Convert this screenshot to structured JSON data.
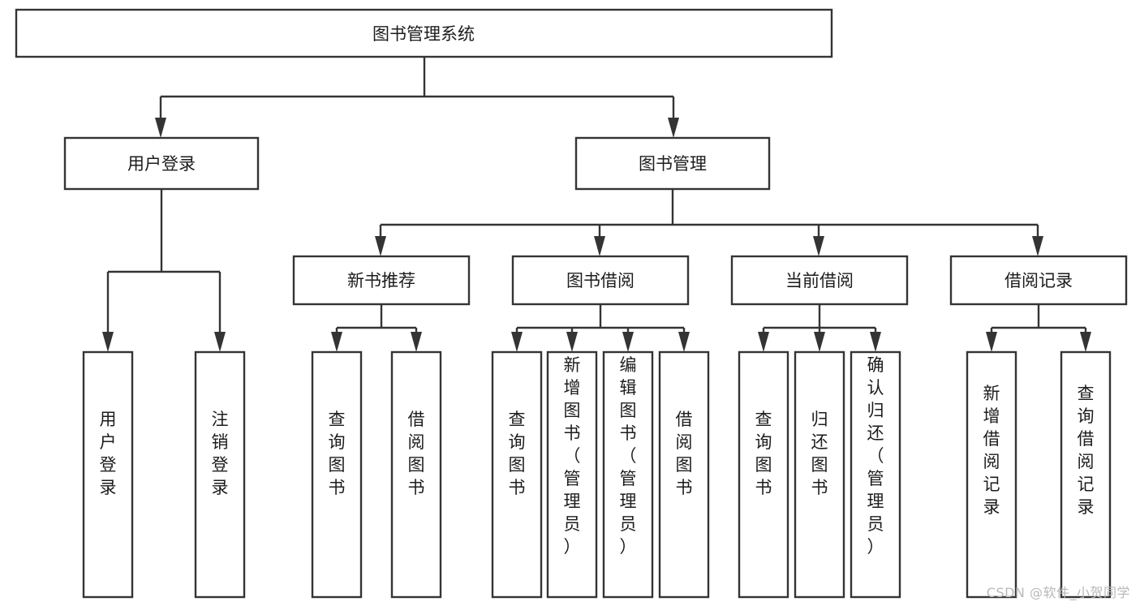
{
  "diagram": {
    "title": "图书管理系统",
    "type": "hierarchy-tree",
    "watermark": "CSDN @软件_小贺同学",
    "colors": {
      "stroke": "#343434",
      "fill": "#ffffff",
      "text": "#1c1c1c",
      "watermark": "#b8b8b8"
    },
    "root": {
      "label": "图书管理系统"
    },
    "level2": [
      {
        "label": "用户登录"
      },
      {
        "label": "图书管理"
      }
    ],
    "level3": [
      {
        "label": "新书推荐"
      },
      {
        "label": "图书借阅"
      },
      {
        "label": "当前借阅"
      },
      {
        "label": "借阅记录"
      }
    ],
    "leaves": {
      "user_login": [
        {
          "label": "用户登录"
        },
        {
          "label": "注销登录"
        }
      ],
      "new_book": [
        {
          "label": "查询图书"
        },
        {
          "label": "借阅图书"
        }
      ],
      "book_borrow": [
        {
          "label": "查询图书"
        },
        {
          "label": "新增图书（管理员）"
        },
        {
          "label": "编辑图书（管理员）"
        },
        {
          "label": "借阅图书"
        }
      ],
      "current_borrow": [
        {
          "label": "查询图书"
        },
        {
          "label": "归还图书"
        },
        {
          "label": "确认归还（管理员）"
        }
      ],
      "borrow_record": [
        {
          "label": "新增借阅记录"
        },
        {
          "label": "查询借阅记录"
        }
      ]
    }
  }
}
